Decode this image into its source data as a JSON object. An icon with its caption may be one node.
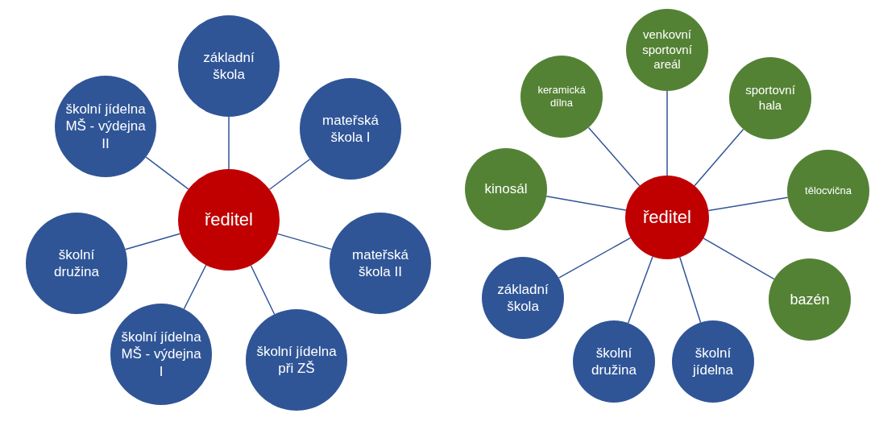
{
  "diagram": {
    "nodes": [
      {
        "text": [
          "ředitel"
        ]
      },
      {
        "text": [
          "základní škola"
        ]
      },
      {
        "text": [
          "mateřská škola I"
        ]
      },
      {
        "text": [
          "mateřská škola II"
        ]
      },
      {
        "text": [
          "školní jídelna při ZŠ"
        ]
      },
      {
        "text": [
          "školní jídelna MŠ - výdejna I"
        ]
      },
      {
        "text": [
          "školní družina"
        ]
      },
      {
        "text": [
          "školní jídelna MŠ - výdejna II"
        ]
      },
      {
        "text": [
          "ředitel"
        ]
      },
      {
        "text": [
          "venkovní sportovní areál"
        ]
      },
      {
        "text": [
          "sportovní hala"
        ]
      },
      {
        "text": [
          "tělocvična"
        ]
      },
      {
        "text": [
          "bazén"
        ]
      },
      {
        "text": [
          "školní jídelna"
        ]
      },
      {
        "text": [
          "školní družina"
        ]
      },
      {
        "text": [
          "základní škola"
        ]
      },
      {
        "text": [
          "kinosál"
        ]
      },
      {
        "text": [
          "keramická dílna"
        ]
      }
    ],
    "edges": [
      {
        "from": 0,
        "to": 1,
        "arrow": "none"
      },
      {
        "from": 0,
        "to": 2,
        "arrow": "none"
      },
      {
        "from": 0,
        "to": 3,
        "arrow": "none"
      },
      {
        "from": 0,
        "to": 4,
        "arrow": "none"
      },
      {
        "from": 0,
        "to": 5,
        "arrow": "none"
      },
      {
        "from": 0,
        "to": 6,
        "arrow": "none"
      },
      {
        "from": 0,
        "to": 7,
        "arrow": "none"
      },
      {
        "from": 8,
        "to": 9,
        "arrow": "none"
      },
      {
        "from": 8,
        "to": 10,
        "arrow": "none"
      },
      {
        "from": 8,
        "to": 11,
        "arrow": "none"
      },
      {
        "from": 8,
        "to": 12,
        "arrow": "none"
      },
      {
        "from": 8,
        "to": 13,
        "arrow": "none"
      },
      {
        "from": 8,
        "to": 14,
        "arrow": "none"
      },
      {
        "from": 8,
        "to": 15,
        "arrow": "none"
      },
      {
        "from": 8,
        "to": 16,
        "arrow": "none"
      },
      {
        "from": 8,
        "to": 17,
        "arrow": "none"
      }
    ]
  }
}
